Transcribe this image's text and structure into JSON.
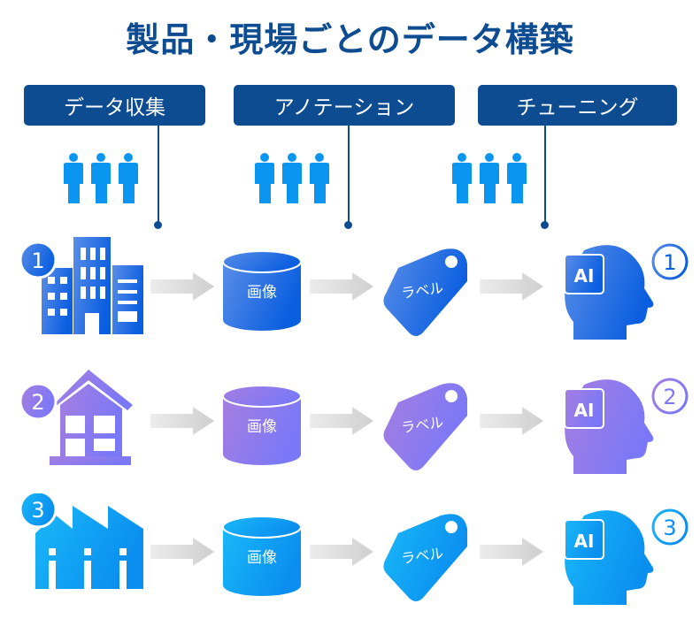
{
  "title": "製品・現場ごとのデータ構築",
  "steps": [
    {
      "label": "データ収集"
    },
    {
      "label": "アノテーション"
    },
    {
      "label": "チューニング"
    }
  ],
  "colors": {
    "header": "#0e4c92",
    "people": "#0a96f0",
    "arrow": "#d0d0d0"
  },
  "rows": [
    {
      "number": "1",
      "source_icon": "building-icon",
      "data_label": "画像",
      "tag_label": "ラベル",
      "ai_label": "AI",
      "result_number": "1",
      "gradient": [
        "#5a8ee8",
        "#0a5ee0"
      ]
    },
    {
      "number": "2",
      "source_icon": "house-icon",
      "data_label": "画像",
      "tag_label": "ラベル",
      "ai_label": "AI",
      "result_number": "2",
      "gradient": [
        "#a67ee0",
        "#7a78f8"
      ]
    },
    {
      "number": "3",
      "source_icon": "factory-icon",
      "data_label": "画像",
      "tag_label": "ラベル",
      "ai_label": "AI",
      "result_number": "3",
      "gradient": [
        "#1ab8f8",
        "#0a8ef0"
      ]
    }
  ]
}
